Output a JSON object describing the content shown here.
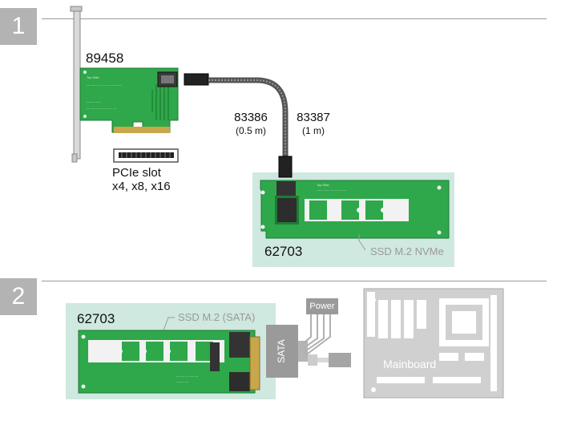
{
  "step1": {
    "number": "1"
  },
  "step2": {
    "number": "2"
  },
  "pcie_card": {
    "model": "89458",
    "slot_title": "PCIe slot",
    "slot_sizes": "x4, x8, x16"
  },
  "cable": {
    "model_a": "83386",
    "length_a": "(0.5 m)",
    "model_b": "83387",
    "length_b": "(1 m)"
  },
  "m2_adapter_nvme": {
    "model": "62703",
    "ssd_label": "SSD M.2 NVMe"
  },
  "m2_adapter_sata": {
    "model": "62703",
    "ssd_label": "SSD M.2 (SATA)"
  },
  "sata_connector": {
    "label": "SATA"
  },
  "power_connector": {
    "label": "Power"
  },
  "mainboard": {
    "label": "Mainboard"
  },
  "colors": {
    "pcb_green": "#2ea84a",
    "panel_mint": "#cfe8e0",
    "badge_gray": "#b3b3b3",
    "label_gray": "#9a9a9a"
  }
}
